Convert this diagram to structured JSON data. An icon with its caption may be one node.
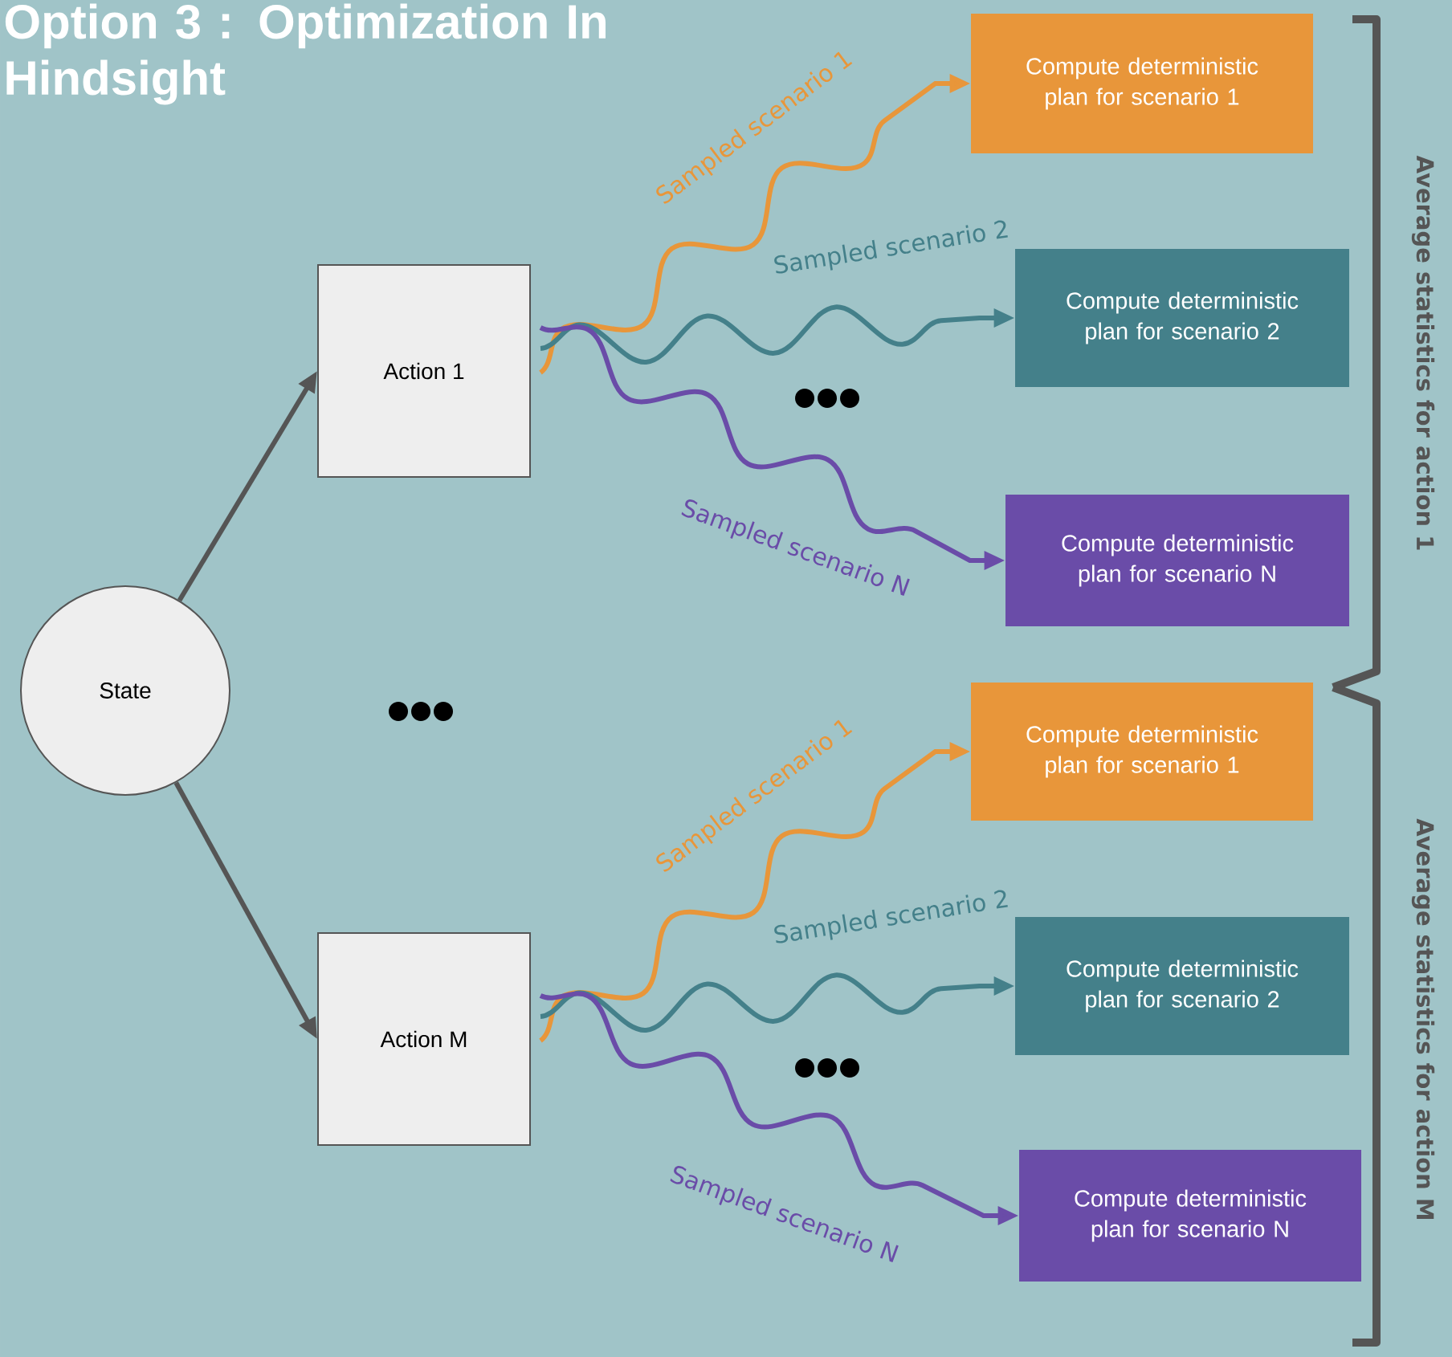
{
  "diagram": {
    "title": "Option 3 : Optimization In Hindsight",
    "nodes": [
      {
        "text": [
          "State"
        ]
      },
      {
        "text": [
          "Action 1"
        ]
      },
      {
        "text": [
          "Action M"
        ]
      },
      {
        "text": [
          "Compute deterministic plan for scenario 1"
        ]
      },
      {
        "text": [
          "Compute deterministic plan for scenario 2"
        ]
      },
      {
        "text": [
          "Compute deterministic plan for scenario N"
        ]
      },
      {
        "text": [
          "Compute deterministic plan for scenario 1"
        ]
      },
      {
        "text": [
          "Compute deterministic plan for scenario 2"
        ]
      },
      {
        "text": [
          "Compute deterministic plan for scenario N"
        ]
      }
    ],
    "edges": [
      {
        "from": 0,
        "to": 1,
        "arrow": "to"
      },
      {
        "from": 0,
        "to": 2,
        "arrow": "to"
      },
      {
        "from": 1,
        "to": 3,
        "arrow": "to",
        "label": "Sampled scenario 1",
        "color": "#e8963a"
      },
      {
        "from": 1,
        "to": 4,
        "arrow": "to",
        "label": "Sampled scenario 2",
        "color": "#44808a"
      },
      {
        "from": 1,
        "to": 5,
        "arrow": "to",
        "label": "Sampled scenario N",
        "color": "#6a4ca8"
      },
      {
        "from": 2,
        "to": 6,
        "arrow": "to",
        "label": "Sampled scenario 1",
        "color": "#e8963a"
      },
      {
        "from": 2,
        "to": 7,
        "arrow": "to",
        "label": "Sampled scenario 2",
        "color": "#44808a"
      },
      {
        "from": 2,
        "to": 8,
        "arrow": "to",
        "label": "Sampled scenario N",
        "color": "#6a4ca8"
      }
    ],
    "labels": [
      "Average statistics for action 1",
      "Average statistics for action M"
    ]
  }
}
